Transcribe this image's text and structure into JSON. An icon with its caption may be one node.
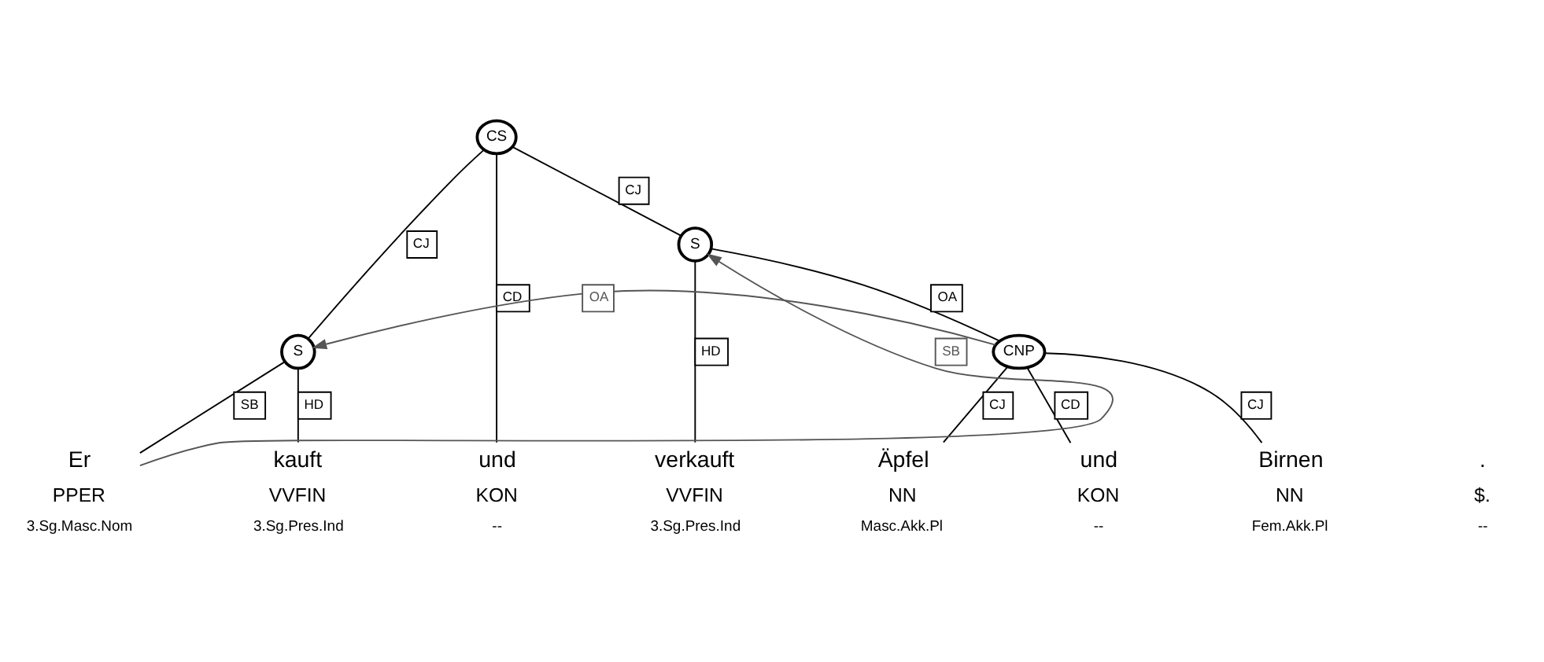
{
  "diagram": {
    "nodes": [
      {
        "text": [
          "CS"
        ]
      },
      {
        "text": [
          "S"
        ]
      },
      {
        "text": [
          "S"
        ]
      },
      {
        "text": [
          "CNP"
        ]
      },
      {
        "text": [
          "Er",
          "PPER",
          "3.Sg.Masc.Nom"
        ]
      },
      {
        "text": [
          "kauft",
          "VVFIN",
          "3.Sg.Pres.Ind"
        ]
      },
      {
        "text": [
          "und",
          "KON",
          "--"
        ]
      },
      {
        "text": [
          "verkauft",
          "VVFIN",
          "3.Sg.Pres.Ind"
        ]
      },
      {
        "text": [
          "Äpfel",
          "NN",
          "Masc.Akk.Pl"
        ]
      },
      {
        "text": [
          "und",
          "KON",
          "--"
        ]
      },
      {
        "text": [
          "Birnen",
          "NN",
          "Fem.Akk.Pl"
        ]
      },
      {
        "text": [
          ".",
          "$.",
          "--"
        ]
      }
    ],
    "edges": [
      {
        "from": 0,
        "to": 1,
        "arrow": "none",
        "label": "CJ"
      },
      {
        "from": 0,
        "to": 6,
        "arrow": "none",
        "label": "CD"
      },
      {
        "from": 0,
        "to": 2,
        "arrow": "none",
        "label": "CJ"
      },
      {
        "from": 1,
        "to": 4,
        "arrow": "none",
        "label": "SB"
      },
      {
        "from": 1,
        "to": 5,
        "arrow": "none",
        "label": "HD"
      },
      {
        "from": 2,
        "to": 7,
        "arrow": "none",
        "label": "HD"
      },
      {
        "from": 2,
        "to": 3,
        "arrow": "none",
        "label": "OA"
      },
      {
        "from": 3,
        "to": 8,
        "arrow": "none",
        "label": "CJ"
      },
      {
        "from": 3,
        "to": 9,
        "arrow": "none",
        "label": "CD"
      },
      {
        "from": 3,
        "to": 10,
        "arrow": "none",
        "label": "CJ"
      },
      {
        "from": 3,
        "to": 1,
        "arrow": "to",
        "label": "OA",
        "color": "#555555"
      },
      {
        "from": 4,
        "to": 2,
        "arrow": "to",
        "label": "SB",
        "color": "#555555"
      }
    ]
  }
}
